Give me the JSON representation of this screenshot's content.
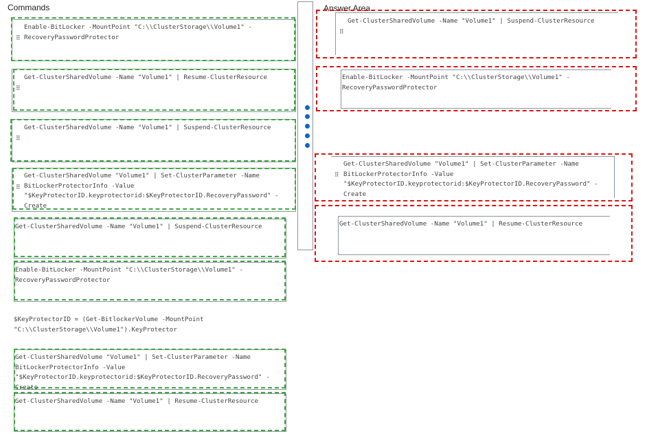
{
  "commands_title": "Commands",
  "answer_title": "Answer Area",
  "commands": [
    {
      "text": "Enable-BitLocker -MountPoint \"C:\\\\ClusterStorage\\\\Volume1\" -\nRecoveryPasswordProtector"
    },
    {
      "text": "Get-ClusterSharedVolume -Name \"Volume1\" | Resume-ClusterResource"
    },
    {
      "text": "Get-ClusterSharedVolume -Name \"Volume1\" | Suspend-ClusterResource"
    },
    {
      "text": "Get-ClusterSharedVolume \"Volume1\" | Set-ClusterParameter -Name\nBitLockerProtectorInfo -Value\n\"$KeyProtectorID.keyprotectorid:$KeyProtectorID.RecoveryPassword\" -\nCreate"
    },
    {
      "text": "Get-ClusterSharedVolume -Name \"Volume1\" | Suspend-ClusterResource"
    },
    {
      "text": "Enable-BitLocker -MountPoint \"C:\\\\ClusterStorage\\\\Volume1\" -\nRecoveryPasswordProtector"
    },
    {
      "text": "$KeyProtectorID = (Get-BitlockerVolume -MountPoint\n\"C:\\\\ClusterStorage\\\\Volume1\").KeyProtector"
    },
    {
      "text": "Get-ClusterSharedVolume \"Volume1\" | Set-ClusterParameter -Name\nBitLockerProtectorInfo -Value\n\"$KeyProtectorID.keyprotectorid:$KeyProtectorID.RecoveryPassword\" -\nCreate"
    },
    {
      "text": "Get-ClusterSharedVolume -Name \"Volume1\" | Resume-ClusterResource"
    }
  ],
  "answers": [
    {
      "text": "Get-ClusterSharedVolume -Name \"Volume1\" | Suspend-ClusterResource"
    },
    {
      "text": "Enable-BitLocker -MountPoint \"C:\\\\ClusterStorage\\\\Volume1\" -\nRecoveryPasswordProtector"
    },
    {
      "text": "Get-ClusterSharedVolume \"Volume1\" | Set-ClusterParameter -Name\nBitLockerProtectorInfo -Value\n\"$KeyProtectorID.keyprotectorid:$KeyProtectorID.RecoveryPassword\" -\nCreate"
    },
    {
      "text": "Get-ClusterSharedVolume -Name \"Volume1\" | Resume-ClusterResource"
    }
  ],
  "colors": {
    "correct": "#3ea83e",
    "answer": "#e01010",
    "accent": "#1565c0"
  }
}
